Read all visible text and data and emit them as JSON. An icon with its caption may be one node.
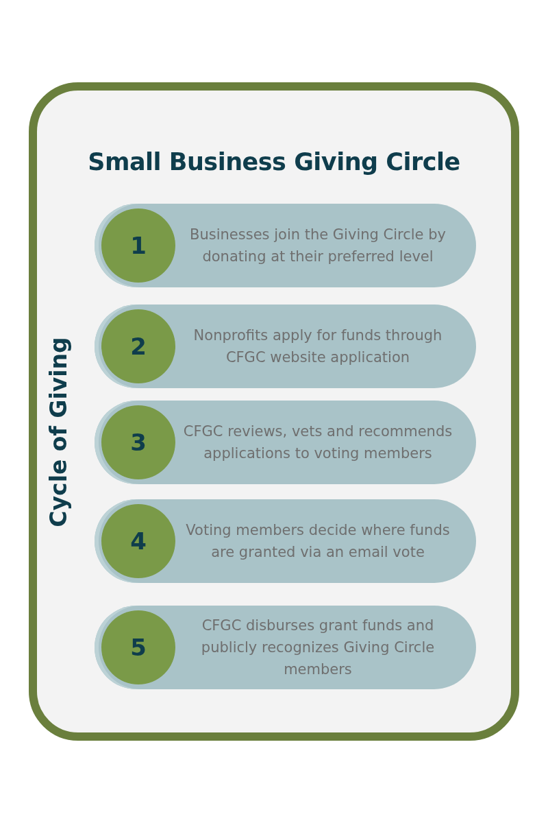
{
  "diagram": {
    "nodes": [
      {
        "text": [
          "Small Business Giving Circle",
          "Cycle of Giving"
        ]
      },
      {
        "text": [
          "Businesses join the Giving Circle by donating at their preferred level"
        ],
        "in": 0
      },
      {
        "text": [
          "1"
        ],
        "in": 1
      },
      {
        "text": [
          "Nonprofits apply for funds through CFGC website application"
        ],
        "in": 0
      },
      {
        "text": [
          "2"
        ],
        "in": 3
      },
      {
        "text": [
          "CFGC reviews, vets and recommends applications to voting members"
        ],
        "in": 0
      },
      {
        "text": [
          "3"
        ],
        "in": 5
      },
      {
        "text": [
          "Voting members decide where funds are granted via an email vote"
        ],
        "in": 0
      },
      {
        "text": [
          "4"
        ],
        "in": 7
      },
      {
        "text": [
          "CFGC disburses grant funds and publicly recognizes Giving Circle members"
        ],
        "in": 0
      },
      {
        "text": [
          "5"
        ],
        "in": 9
      }
    ]
  }
}
